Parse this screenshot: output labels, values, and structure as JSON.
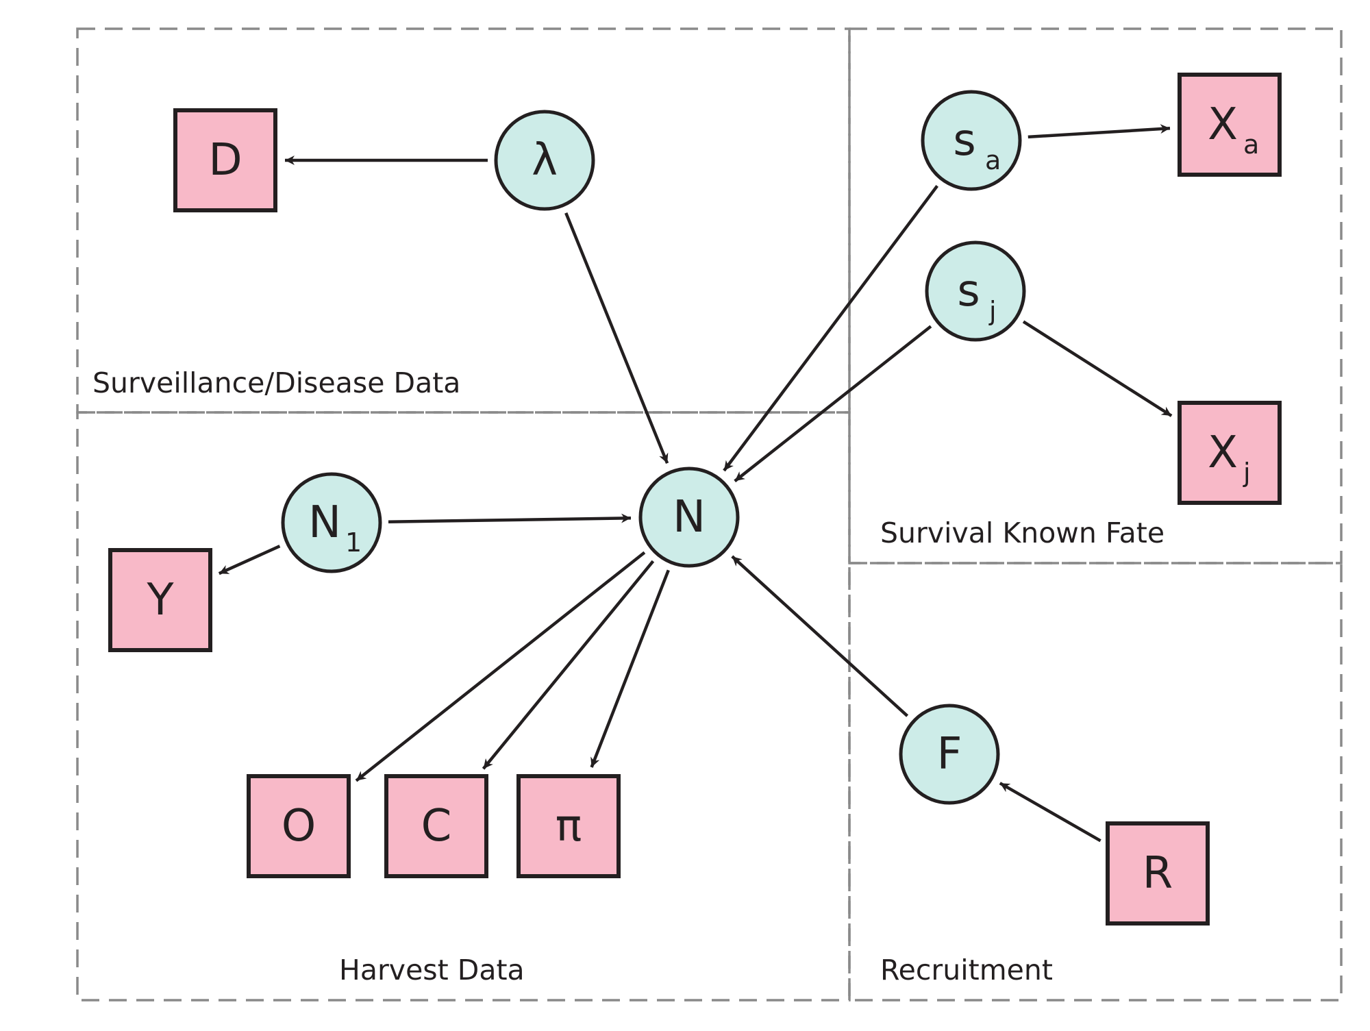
{
  "colors": {
    "parameter_fill": "#cdece8",
    "data_fill": "#f8b9c8",
    "stroke": "#231f20",
    "region_border": "#8a8a8a",
    "background": "#ffffff"
  },
  "regions": {
    "surveillance": {
      "label": "Surveillance/Disease Data"
    },
    "harvest": {
      "label": "Harvest Data"
    },
    "survival": {
      "label": "Survival Known Fate"
    },
    "recruitment": {
      "label": "Recruitment"
    }
  },
  "nodes": {
    "lambda": {
      "kind": "parameter",
      "symbol": "λ",
      "sub": ""
    },
    "s_a": {
      "kind": "parameter",
      "symbol": "s",
      "sub": "a"
    },
    "s_j": {
      "kind": "parameter",
      "symbol": "s",
      "sub": "j"
    },
    "N": {
      "kind": "parameter",
      "symbol": "N",
      "sub": ""
    },
    "N1": {
      "kind": "parameter",
      "symbol": "N",
      "sub": "1"
    },
    "F": {
      "kind": "parameter",
      "symbol": "F",
      "sub": ""
    },
    "D": {
      "kind": "data",
      "symbol": "D",
      "sub": ""
    },
    "X_a": {
      "kind": "data",
      "symbol": "X",
      "sub": "a"
    },
    "X_j": {
      "kind": "data",
      "symbol": "X",
      "sub": "j"
    },
    "Y": {
      "kind": "data",
      "symbol": "Y",
      "sub": ""
    },
    "O": {
      "kind": "data",
      "symbol": "O",
      "sub": ""
    },
    "C": {
      "kind": "data",
      "symbol": "C",
      "sub": ""
    },
    "Pi": {
      "kind": "data",
      "symbol": "π",
      "sub": ""
    },
    "R": {
      "kind": "data",
      "symbol": "R",
      "sub": ""
    }
  },
  "edges": [
    {
      "from": "lambda",
      "to": "D"
    },
    {
      "from": "lambda",
      "to": "N"
    },
    {
      "from": "s_a",
      "to": "X_a"
    },
    {
      "from": "s_a",
      "to": "N"
    },
    {
      "from": "s_j",
      "to": "X_j"
    },
    {
      "from": "s_j",
      "to": "N"
    },
    {
      "from": "N1",
      "to": "N"
    },
    {
      "from": "N1",
      "to": "Y"
    },
    {
      "from": "N",
      "to": "O"
    },
    {
      "from": "N",
      "to": "C"
    },
    {
      "from": "N",
      "to": "Pi"
    },
    {
      "from": "F",
      "to": "N"
    },
    {
      "from": "R",
      "to": "F"
    }
  ]
}
